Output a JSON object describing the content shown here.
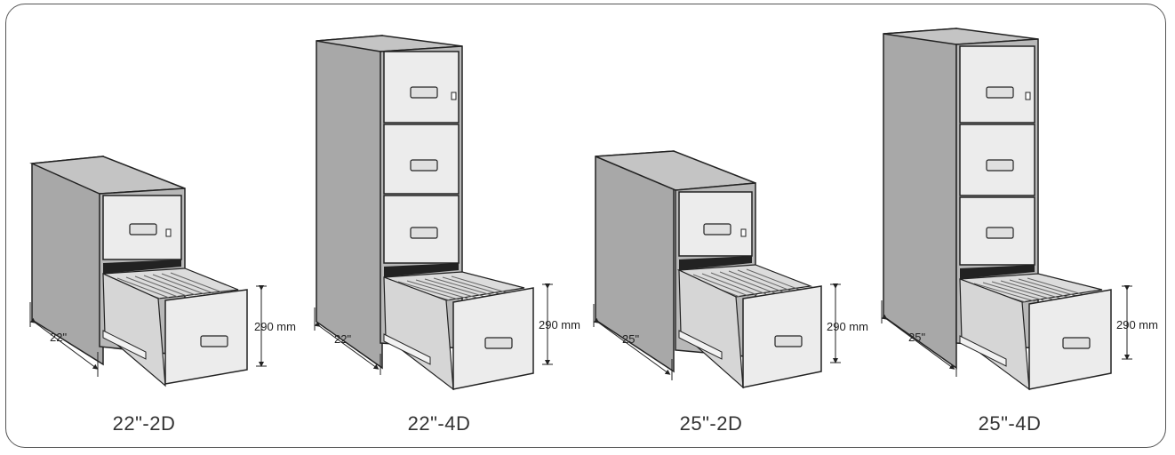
{
  "colors": {
    "cabinet_side": "#a8a8a8",
    "cabinet_top": "#c4c4c4",
    "drawer_face": "#ececec",
    "outline": "#222222"
  },
  "cabinets": [
    {
      "model": "22\"-2D",
      "depth_label": "22\"",
      "height_label": "290 mm",
      "drawer_count": 2
    },
    {
      "model": "22\"-4D",
      "depth_label": "22\"",
      "height_label": "290 mm",
      "drawer_count": 4
    },
    {
      "model": "25\"-2D",
      "depth_label": "25\"",
      "height_label": "290 mm",
      "drawer_count": 2
    },
    {
      "model": "25\"-4D",
      "depth_label": "25\"",
      "height_label": "290 mm",
      "drawer_count": 4
    }
  ]
}
